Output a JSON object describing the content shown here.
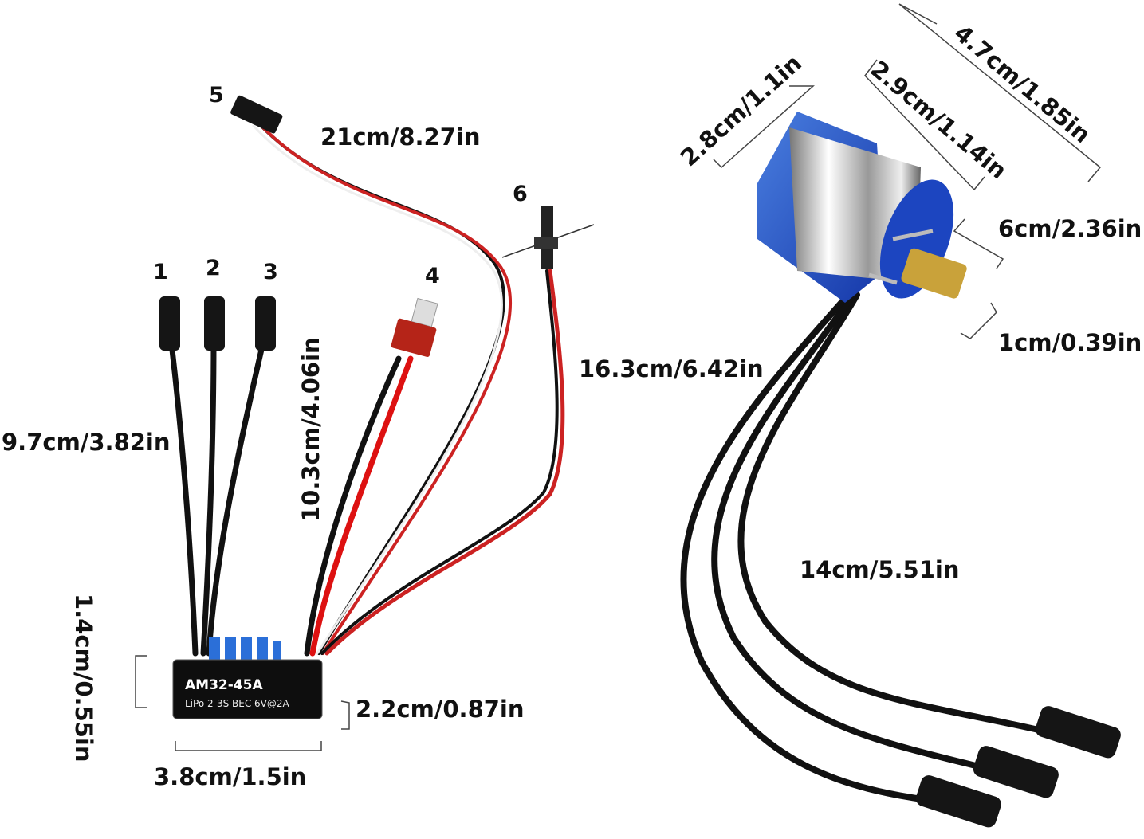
{
  "esc": {
    "model": "AM32-45A",
    "spec": "LiPo 2-3S  BEC 6V@2A",
    "connector_numbers": [
      "1",
      "2",
      "3",
      "4",
      "5",
      "6"
    ],
    "dimensions": {
      "motor_leads": "9.7cm/3.82in",
      "battery_lead": "10.3cm/4.06in",
      "signal_lead": "21cm/8.27in",
      "switch_lead": "16.3cm/6.42in",
      "height": "1.4cm/0.55in",
      "width": "2.2cm/0.87in",
      "length": "3.8cm/1.5in"
    }
  },
  "motor": {
    "dimensions": {
      "diameter": "2.8cm/1.1in",
      "body_length": "2.9cm/1.14in",
      "total_length": "4.7cm/1.85in",
      "shaft_length": "6cm/2.36in",
      "gear_length": "1cm/0.39in",
      "lead_length": "14cm/5.51in"
    }
  }
}
